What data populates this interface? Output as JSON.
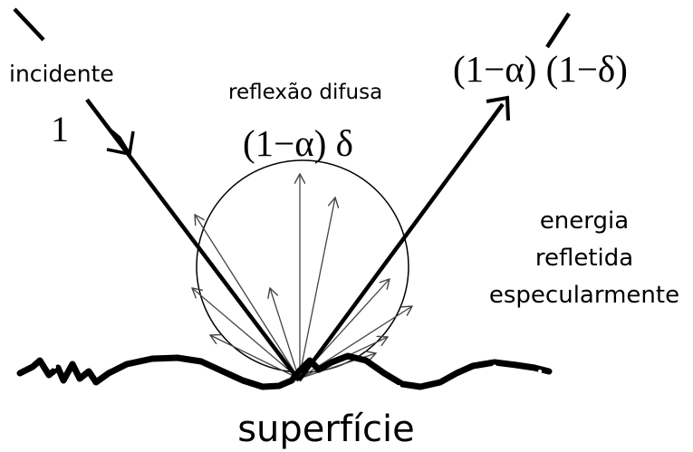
{
  "labels": {
    "incident": "incidente",
    "incident_value": "1",
    "diffuse": "reflexão difusa",
    "diffuse_formula": "(1−α) δ",
    "specular_formula": "(1−α) (1−δ)",
    "energy_line1": "energia",
    "energy_line2": "refletida",
    "energy_line3": "especularmente",
    "surface": "superfície"
  },
  "colors": {
    "ink": "#000000",
    "diffuse_arrows": "#444444",
    "background": "#ffffff"
  }
}
